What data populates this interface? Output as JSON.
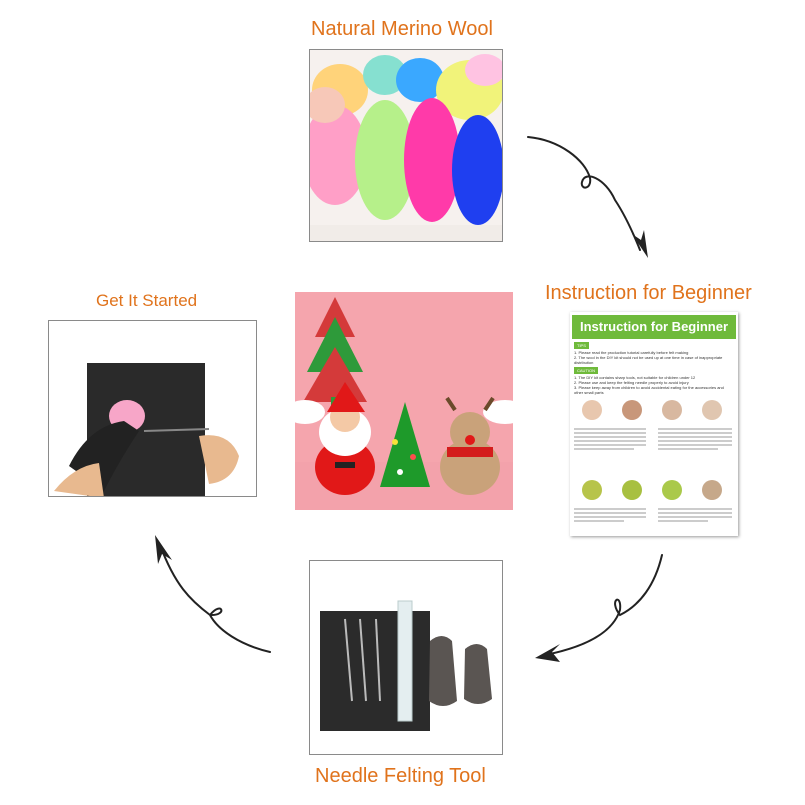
{
  "steps": {
    "wool": {
      "label": "Natural Merino Wool"
    },
    "instruction": {
      "label": "Instruction for Beginner"
    },
    "tool": {
      "label": "Needle Felting Tool"
    },
    "start": {
      "label": "Get It Started"
    }
  },
  "manual": {
    "title": "Instruction for Beginner",
    "tag1": "TIPS",
    "tip1": "1. Please read the production tutorial carefully before felt making",
    "tip2": "2. The wool in the DIY kit should not be used up at one time in case of inappropriate distribution",
    "tag2": "CAUTION",
    "caution1": "1. The DIY kit contains sharp tools, not suitable for children under 12",
    "caution2": "2. Please use and keep the felting needle properly to avoid injury",
    "caution3": "3. Please keep away from children to avoid accidental eating for the accessories and other small parts"
  },
  "colors": {
    "label": "#e0731c",
    "manual_header": "#6fba3b",
    "arrow": "#222222"
  }
}
